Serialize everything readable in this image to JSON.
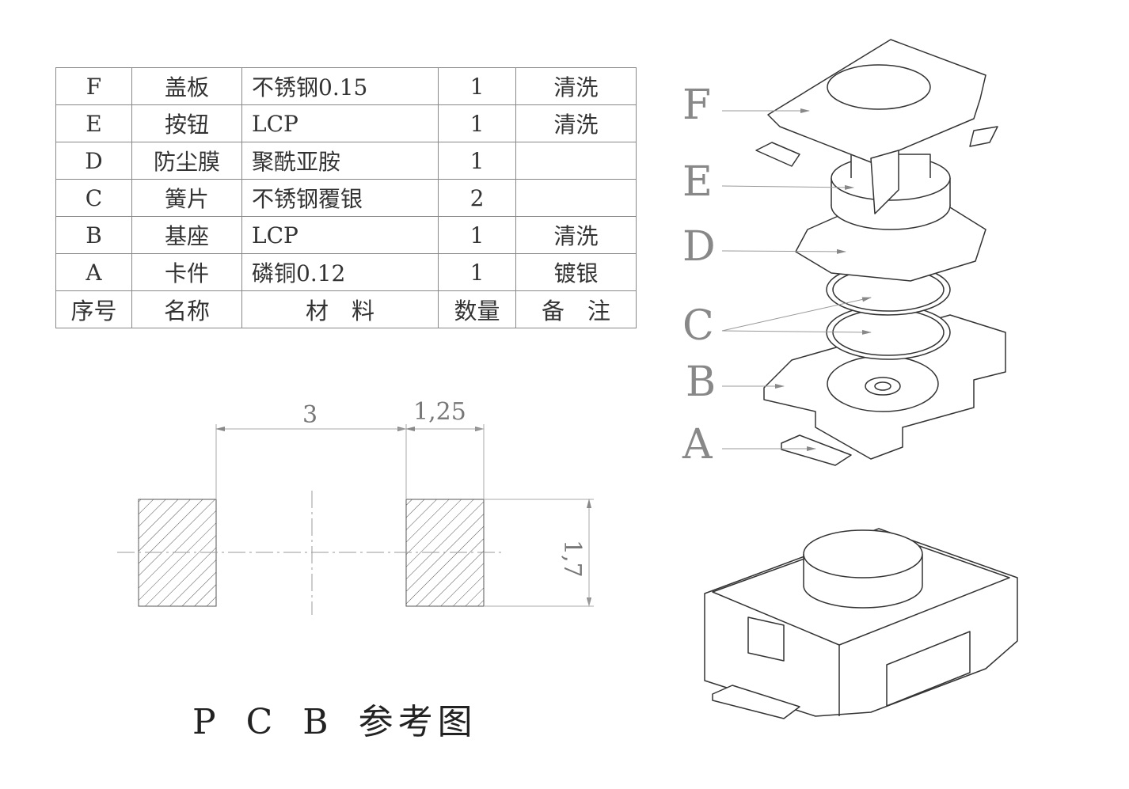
{
  "bom": {
    "rows": [
      {
        "no": "F",
        "name": "盖板",
        "material": "不锈钢0.15",
        "qty": "1",
        "note": "清洗"
      },
      {
        "no": "E",
        "name": "按钮",
        "material": "LCP",
        "qty": "1",
        "note": "清洗"
      },
      {
        "no": "D",
        "name": "防尘膜",
        "material": "聚酰亚胺",
        "qty": "1",
        "note": ""
      },
      {
        "no": "C",
        "name": "簧片",
        "material": "不锈钢覆银",
        "qty": "2",
        "note": ""
      },
      {
        "no": "B",
        "name": "基座",
        "material": "LCP",
        "qty": "1",
        "note": "清洗"
      },
      {
        "no": "A",
        "name": "卡件",
        "material": "磷铜0.12",
        "qty": "1",
        "note": "镀银"
      }
    ],
    "header": {
      "no": "序号",
      "name": "名称",
      "material": "材　料",
      "qty": "数量",
      "note": "备　注"
    }
  },
  "pcb": {
    "title": "P C B 参考图",
    "dim_gap": "3",
    "dim_pad_width": "1,25",
    "dim_pad_height": "1,7"
  },
  "exploded": {
    "labels": [
      "F",
      "E",
      "D",
      "C",
      "B",
      "A"
    ]
  }
}
